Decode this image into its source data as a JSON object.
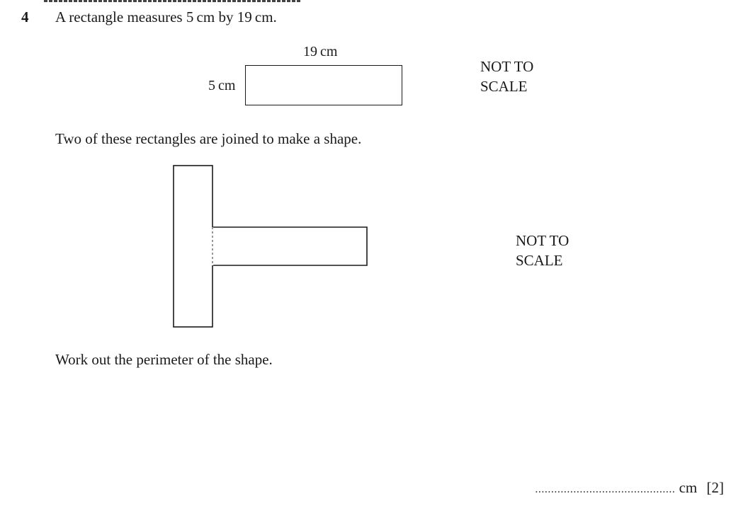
{
  "question": {
    "number": "4",
    "intro": "A rectangle measures 5 cm by 19 cm.",
    "joined_text": "Two of these rectangles are joined to make a shape.",
    "task": "Work out the perimeter of the shape."
  },
  "diagram1": {
    "length_label": "19 cm",
    "width_label": "5 cm",
    "note_line1": "NOT TO",
    "note_line2": "SCALE"
  },
  "diagram2": {
    "note_line1": "NOT TO",
    "note_line2": "SCALE"
  },
  "answer": {
    "dots": "............................................",
    "unit": "cm",
    "marks": "[2]"
  }
}
